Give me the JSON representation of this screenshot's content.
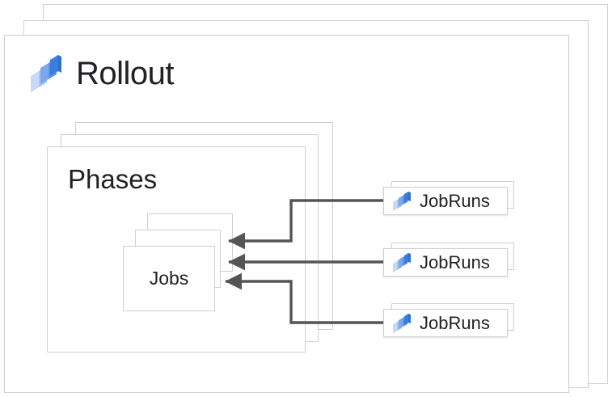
{
  "diagram": {
    "type": "nested-stacked-cards-diagram",
    "title": "Rollout",
    "colors": {
      "card_border": "#cfcfcf",
      "card_fill": "#ffffff",
      "text": "#202124",
      "connector": "#555555",
      "icon_blue_dark": "#3b7ddd",
      "icon_blue_mid": "#7ba7ef",
      "icon_blue_light": "#c6d9f8"
    }
  },
  "rollout": {
    "label": "Rollout",
    "icon": "rollout-icon",
    "stack_count": 3
  },
  "phases": {
    "label": "Phases",
    "stack_count": 3
  },
  "jobs": {
    "label": "Jobs",
    "stack_count": 3
  },
  "jobruns": [
    {
      "label": "JobRuns",
      "icon": "jobrun-icon",
      "stack_count": 2
    },
    {
      "label": "JobRuns",
      "icon": "jobrun-icon",
      "stack_count": 2
    },
    {
      "label": "JobRuns",
      "icon": "jobrun-icon",
      "stack_count": 2
    }
  ],
  "connectors": [
    {
      "from": "jobruns.0",
      "to": "jobs",
      "style": "elbow-arrow"
    },
    {
      "from": "jobruns.1",
      "to": "jobs",
      "style": "straight-arrow"
    },
    {
      "from": "jobruns.2",
      "to": "jobs",
      "style": "elbow-arrow"
    }
  ]
}
